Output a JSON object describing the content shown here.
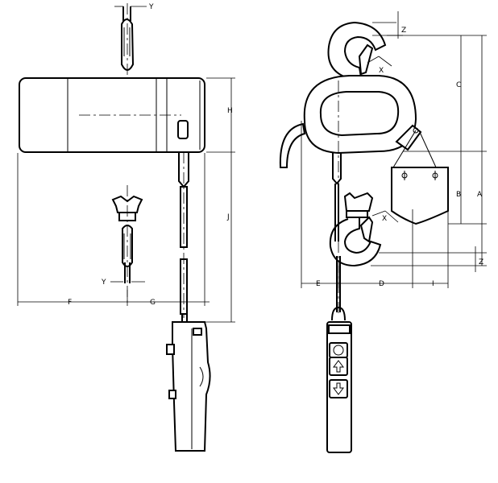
{
  "diagram": {
    "labels": {
      "A": "A",
      "B": "B",
      "C": "C",
      "D": "D",
      "E": "E",
      "F": "F",
      "G": "G",
      "H": "H",
      "I": "I",
      "J": "J",
      "X_top": "X",
      "X_bottom": "X",
      "Y_top": "Y",
      "Y_bottom": "Y",
      "Z_top": "Z",
      "Z_bottom": "Z"
    }
  }
}
